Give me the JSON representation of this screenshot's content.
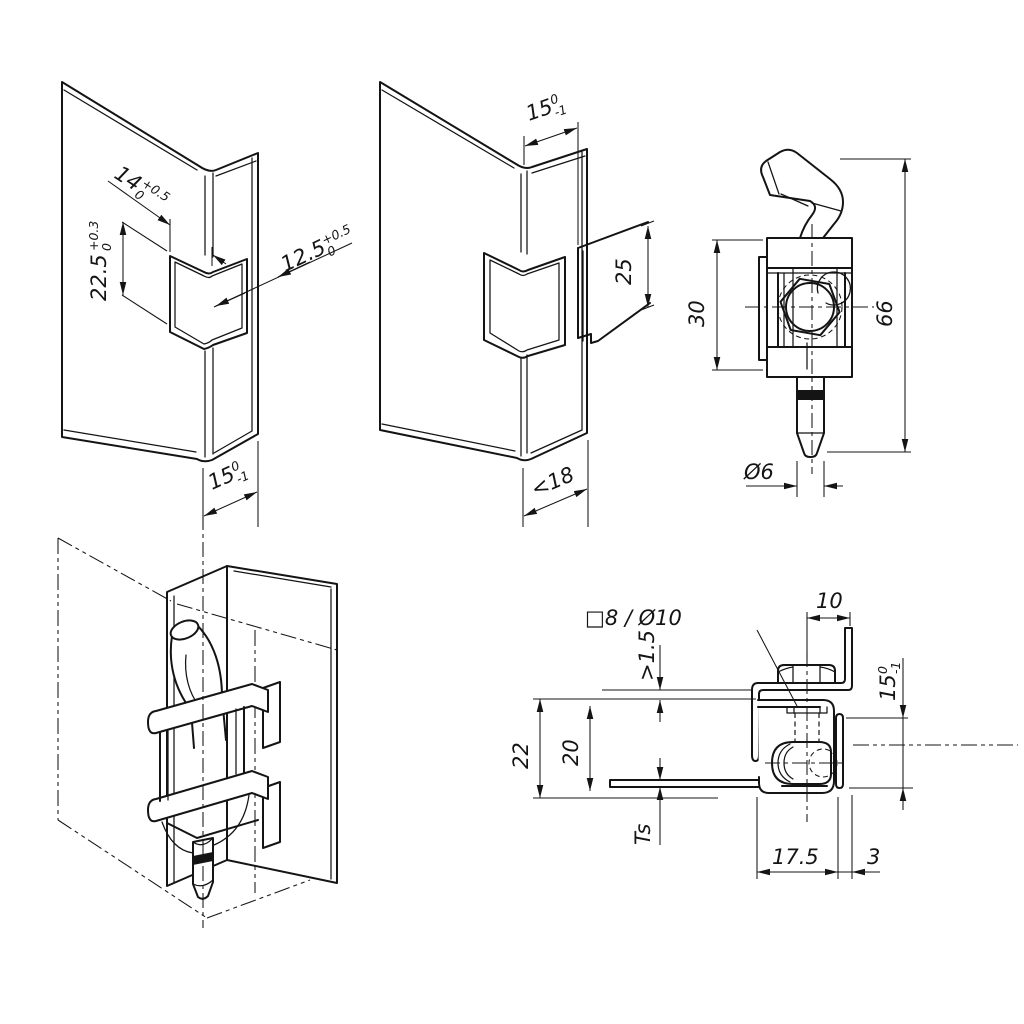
{
  "drawing": {
    "background": "#ffffff",
    "line_color": "#141414",
    "views": {
      "v1": {
        "name": "panel-cutout-outside-iso",
        "d14": {
          "v": "14",
          "tu": "+0.5",
          "tl": "0"
        },
        "d225": {
          "v": "22.5",
          "tu": "+0.3",
          "tl": "0"
        },
        "d125": {
          "v": "12.5",
          "tu": "+0.5",
          "tl": "0"
        },
        "d15": {
          "v": "15",
          "tu": "0",
          "tl": "-1"
        }
      },
      "v2": {
        "name": "panel-cutout-inside-iso",
        "d15": {
          "v": "15",
          "tu": "0",
          "tl": "-1"
        },
        "d25": {
          "v": "25"
        },
        "d18": {
          "v": "<18"
        }
      },
      "v3": {
        "name": "latch-front-view",
        "d30": {
          "v": "30"
        },
        "d66": {
          "v": "66"
        },
        "d6": {
          "v": "Ø6"
        }
      },
      "v4": {
        "name": "assembly-iso"
      },
      "v5": {
        "name": "mounting-section-view",
        "drive": {
          "v": "□8  /  Ø10"
        },
        "gap": {
          "v": ">1.5"
        },
        "d22": {
          "v": "22"
        },
        "d20": {
          "v": "20"
        },
        "ts": {
          "v": "Ts"
        },
        "d10": {
          "v": "10"
        },
        "d15": {
          "v": "15",
          "tu": "0",
          "tl": "-1"
        },
        "d175": {
          "v": "17.5"
        },
        "d3": {
          "v": "3"
        }
      }
    }
  }
}
